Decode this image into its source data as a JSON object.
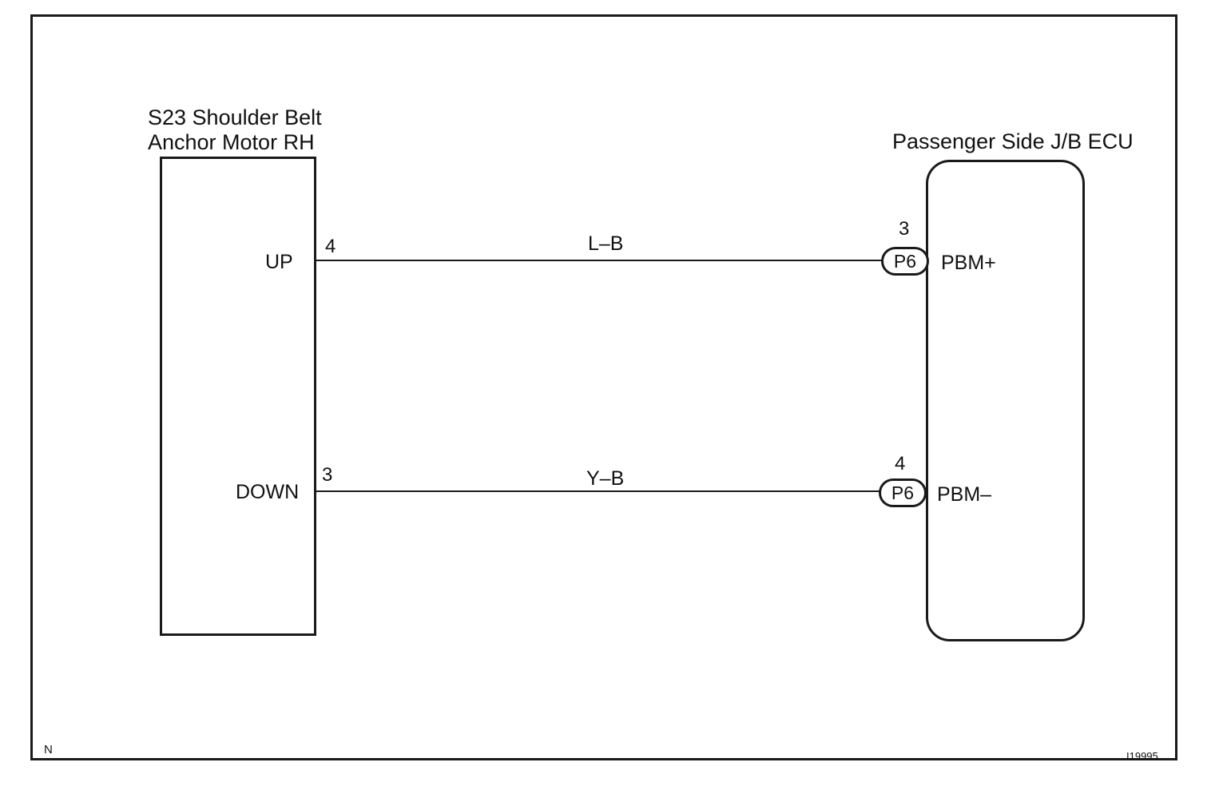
{
  "motor": {
    "title_line1": "S23 Shoulder Belt",
    "title_line2": "Anchor Motor RH",
    "terminal_up": "UP",
    "terminal_down": "DOWN",
    "pin_up": "4",
    "pin_down": "3"
  },
  "ecu": {
    "title": "Passenger Side J/B ECU",
    "terminal_plus": "PBM+",
    "terminal_minus": "PBM–",
    "pin_plus": "3",
    "pin_minus": "4",
    "connector_plus": "P6",
    "connector_minus": "P6"
  },
  "wires": {
    "upper_color": "L–B",
    "lower_color": "Y–B"
  },
  "footer": {
    "left_mark": "N",
    "figure_id": "I19995"
  }
}
